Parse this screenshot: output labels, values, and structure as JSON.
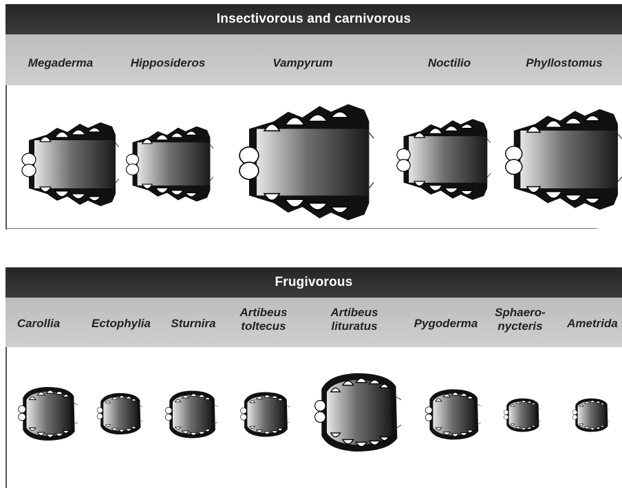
{
  "panels": {
    "insectivorous": {
      "title": "Insectivorous and carnivorous",
      "genera": [
        "Megaderma",
        "Hipposideros",
        "Vampyrum",
        "Noctilio",
        "Phyllostomus"
      ]
    },
    "frugivorous": {
      "title": "Frugivorous",
      "genera": [
        "Carollia",
        "Ectophylia",
        "Sturnira",
        "Artibeus toltecus",
        "Artibeus lituratus",
        "Pygoderma",
        "Sphaero- nycteris",
        "Ametrida"
      ]
    }
  },
  "colors": {
    "title_bar": "#2e2e2e",
    "label_bar": "#c6c6c6",
    "palate_dark": "#111111",
    "palate_light": "#d8d8d8",
    "teeth_outline": "#000000"
  }
}
